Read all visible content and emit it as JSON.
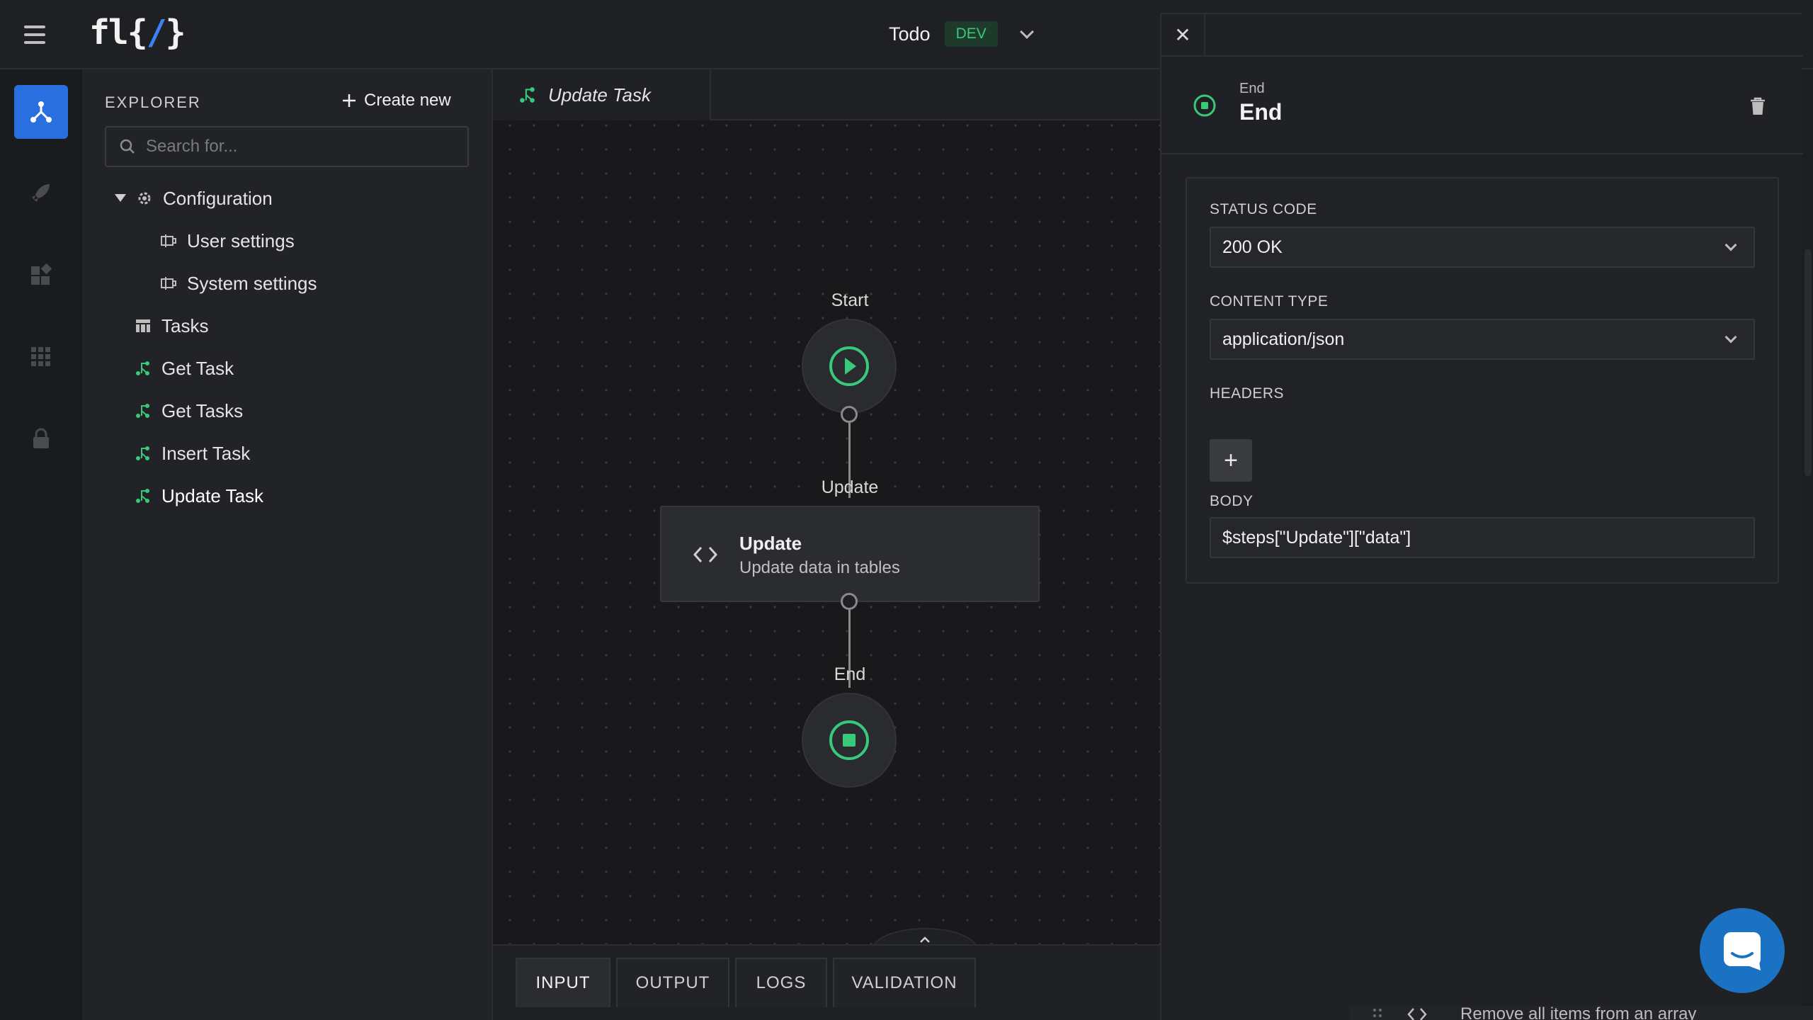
{
  "app": {
    "logo_left": "fl{",
    "logo_slash": "/",
    "logo_right": "}"
  },
  "project": {
    "name": "Todo",
    "env": "DEV"
  },
  "explorer": {
    "title": "EXPLORER",
    "create_label": "Create new",
    "search_placeholder": "Search for...",
    "items": {
      "configuration": "Configuration",
      "user_settings": "User settings",
      "system_settings": "System settings",
      "tasks": "Tasks",
      "get_task": "Get Task",
      "get_tasks": "Get Tasks",
      "insert_task": "Insert Task",
      "update_task": "Update Task"
    }
  },
  "canvas": {
    "tab_label": "Update Task",
    "start_label": "Start",
    "update_label": "Update",
    "end_label": "End",
    "step_title": "Update",
    "step_subtitle": "Update data in tables"
  },
  "bottom_tabs": {
    "input": "INPUT",
    "output": "OUTPUT",
    "logs": "LOGS",
    "validation": "VALIDATION"
  },
  "panel": {
    "close": "✕",
    "type_label": "End",
    "title": "End",
    "status_code_label": "STATUS CODE",
    "status_code_value": "200 OK",
    "content_type_label": "CONTENT TYPE",
    "content_type_value": "application/json",
    "headers_label": "HEADERS",
    "add": "+",
    "body_label": "BODY",
    "body_value": "$steps[\"Update\"][\"data\"]"
  },
  "peek": {
    "text": "Remove all items from an array"
  },
  "colors": {
    "accent": "#2a6fe0",
    "success": "#38c97a",
    "background": "#1d1e21"
  }
}
